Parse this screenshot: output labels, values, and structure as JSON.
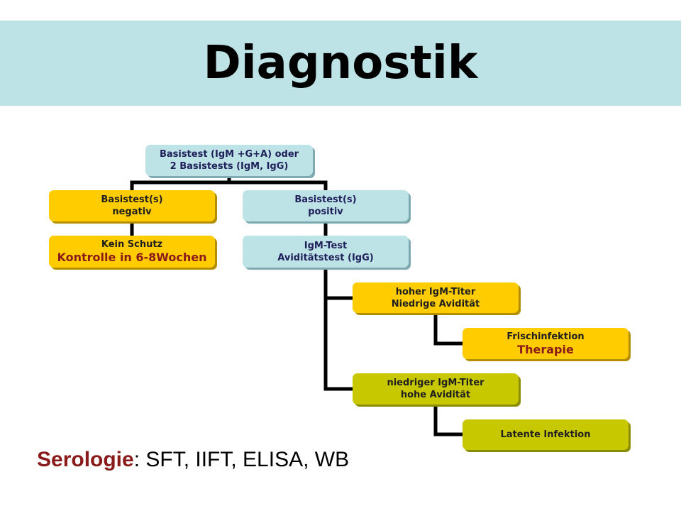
{
  "title": "Diagnostik",
  "colors": {
    "title_band": "#bde3e6",
    "node_teal": "#bde3e6",
    "node_gold": "#ffcc00",
    "node_olive": "#c8c800",
    "accent_red": "#8b1a1a",
    "node_text": "#1f1f5a",
    "connector": "#000000"
  },
  "flowchart": {
    "root": {
      "line1": "Basistest (IgM +G+A) oder",
      "line2": "2 Basistests (IgM, IgG)"
    },
    "negative": {
      "line1": "Basistest(s)",
      "line2": "negativ"
    },
    "no_protection": {
      "line1": "Kein Schutz",
      "line2": "Kontrolle in 6-8Wochen"
    },
    "positive": {
      "line1": "Basistest(s)",
      "line2": "positiv"
    },
    "igm_test": {
      "line1": "IgM-Test",
      "line2": "Aviditätstest (IgG)"
    },
    "high_titer": {
      "line1": "hoher IgM-Titer",
      "line2": "Niedrige Avidität"
    },
    "fresh_infection": {
      "line1": "Frischinfektion",
      "line2": "Therapie"
    },
    "low_titer": {
      "line1": "niedriger IgM-Titer",
      "line2": "hohe Avidität"
    },
    "latent_infection": {
      "line1": "Latente Infektion"
    }
  },
  "footer": {
    "label": "Serologie",
    "text": ": SFT, IIFT, ELISA, WB"
  }
}
